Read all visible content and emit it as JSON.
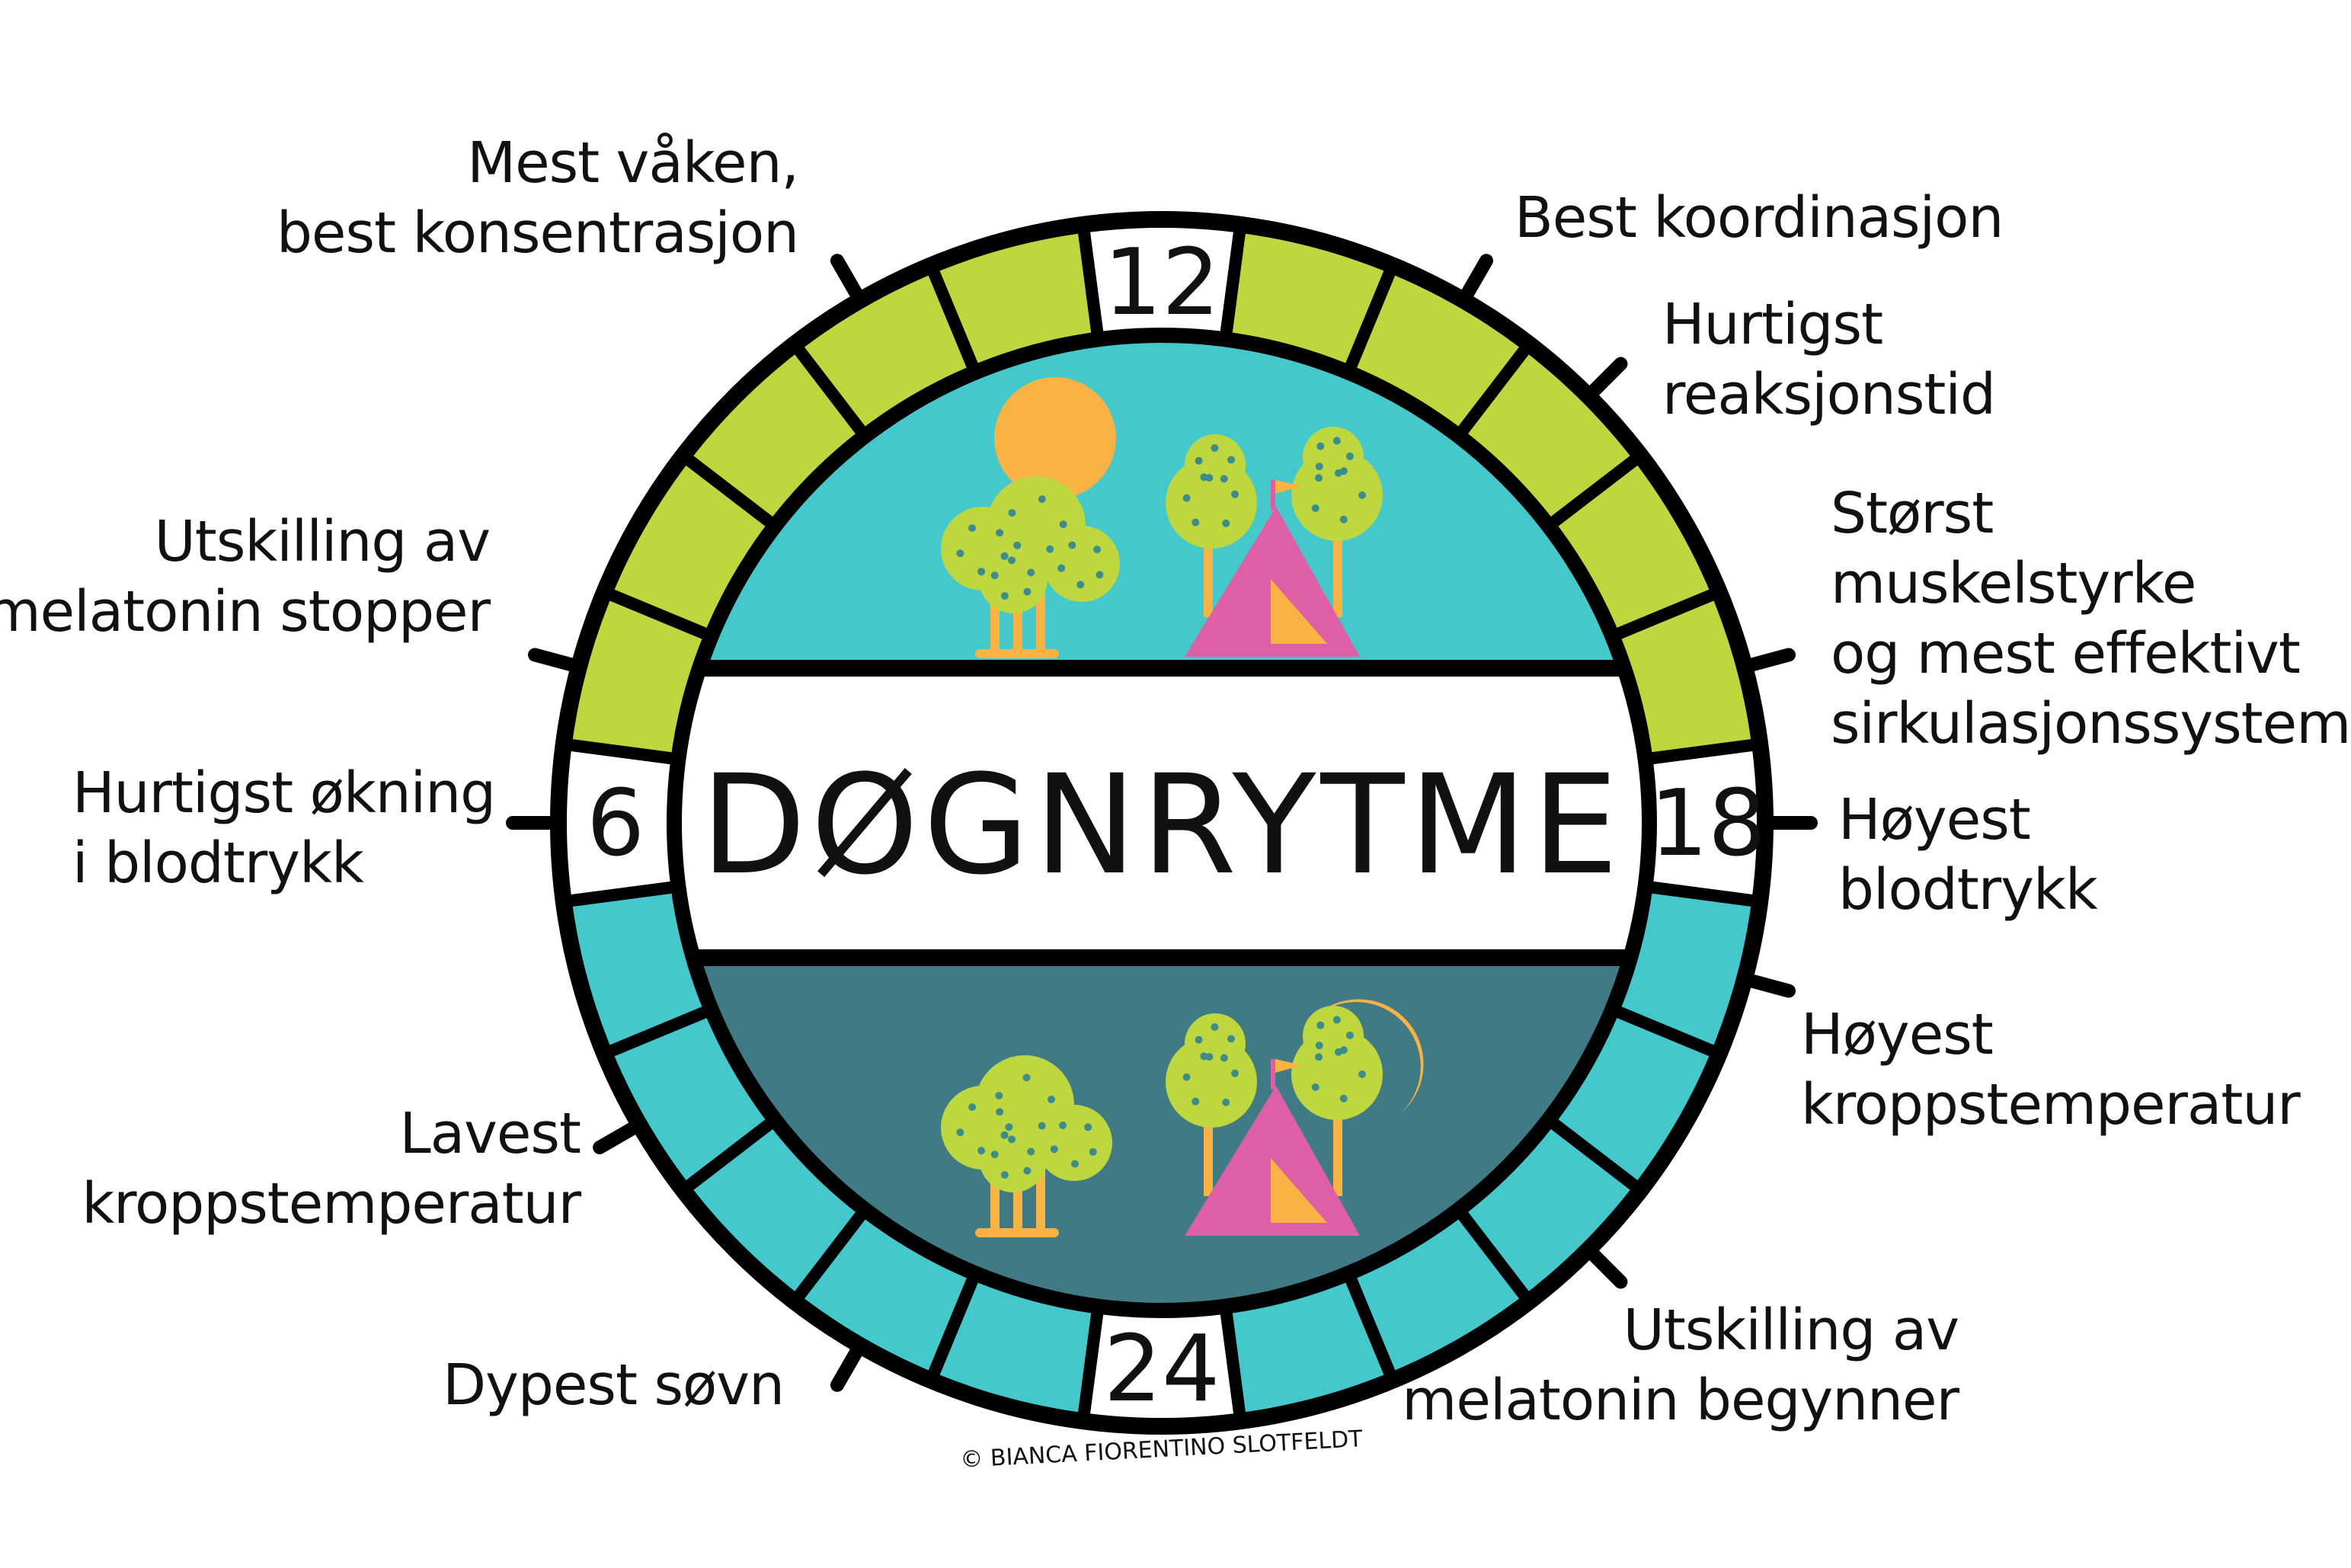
{
  "title": "DØGNRYTME",
  "hour_numbers": {
    "h12": "12",
    "h6": "6",
    "h18": "18",
    "h24": "24"
  },
  "copyright": "© BIANCA FIORENTINO SLOTFELDT",
  "colors": {
    "day_ring": "#BED73F",
    "night_ring": "#45C8CC",
    "day_sky": "#45C8CC",
    "night_sky": "#407B85",
    "sun_moon": "#F9B345",
    "tent": "#DE5FA5",
    "outline": "#000000"
  },
  "labels": [
    {
      "hour": 10,
      "lines": [
        "Mest våken,",
        "best konsentrasjon"
      ]
    },
    {
      "hour": 14,
      "lines": [
        "Best koordinasjon"
      ]
    },
    {
      "hour": 15,
      "lines": [
        "Hurtigst",
        "reaksjonstid"
      ]
    },
    {
      "hour": 17,
      "lines": [
        "Størst",
        "muskelstyrke",
        "og mest effektivt",
        "sirkulasjonssystem"
      ]
    },
    {
      "hour": 18,
      "lines": [
        "Høyest",
        "blodtrykk"
      ]
    },
    {
      "hour": 19,
      "lines": [
        "Høyest",
        "kroppstemperatur"
      ]
    },
    {
      "hour": 21,
      "lines": [
        "Utskilling av",
        "melatonin begynner"
      ]
    },
    {
      "hour": 2,
      "lines": [
        "Dypest søvn"
      ]
    },
    {
      "hour": 4,
      "lines": [
        "Lavest",
        "kroppstemperatur"
      ]
    },
    {
      "hour": 6,
      "lines": [
        "Hurtigst økning",
        "i blodtrykk"
      ]
    },
    {
      "hour": 7,
      "lines": [
        "Utskilling av",
        "melatonin stopper"
      ]
    }
  ]
}
